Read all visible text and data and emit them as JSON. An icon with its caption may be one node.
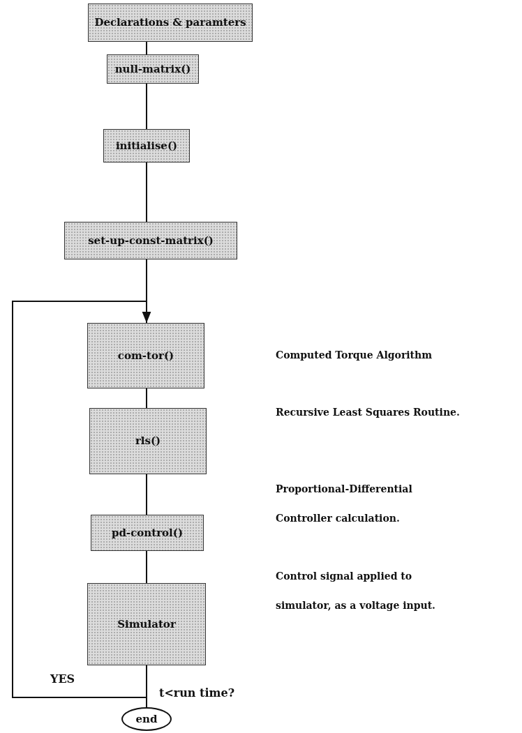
{
  "diagram": {
    "nodes": [
      {
        "text": [
          "Declarations & paramters"
        ]
      },
      {
        "text": [
          "null-matrix()"
        ]
      },
      {
        "text": [
          "initialise()"
        ]
      },
      {
        "text": [
          "set-up-const-matrix()"
        ]
      },
      {
        "text": [
          "com-tor()"
        ]
      },
      {
        "text": [
          "rls()"
        ]
      },
      {
        "text": [
          "pd-control()"
        ]
      },
      {
        "text": [
          "Simulator"
        ]
      },
      {
        "text": [
          "end"
        ]
      }
    ],
    "edges": [
      {
        "from": 0,
        "to": 1,
        "arrow": "none"
      },
      {
        "from": 1,
        "to": 2,
        "arrow": "none"
      },
      {
        "from": 2,
        "to": 3,
        "arrow": "none"
      },
      {
        "from": 3,
        "to": 4,
        "arrow": "none"
      },
      {
        "from": 4,
        "to": 5,
        "arrow": "none"
      },
      {
        "from": 5,
        "to": 6,
        "arrow": "none"
      },
      {
        "from": 6,
        "to": 7,
        "arrow": "none"
      },
      {
        "from": 7,
        "to": 8,
        "arrow": "none"
      },
      {
        "from": 7,
        "to": 4,
        "arrow": "to",
        "label": "YES"
      }
    ],
    "labels": [
      "Computed Torque Algorithm",
      "Recursive Least Squares Routine.",
      "Proportional-Differential Controller calculation.",
      "Control signal applied to simulator, as a voltage input.",
      "t<run time?"
    ]
  }
}
